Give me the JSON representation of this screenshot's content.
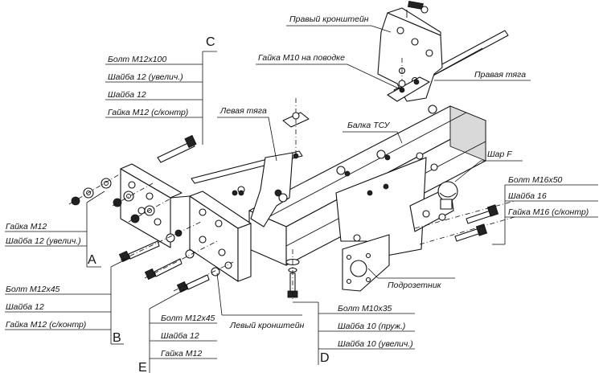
{
  "callouts": {
    "right_bracket": "Правый кронштейн",
    "nut_m10_leash": "Гайка М10 на поводке",
    "right_rod": "Правая тяга",
    "left_rod": "Левая тяга",
    "tsu_beam": "Балка ТСУ",
    "ball_f": "Шар F",
    "socket_holder": "Подрозетник",
    "left_bracket": "Левый кронштейн"
  },
  "group_a": {
    "letter": "A",
    "items": [
      "Гайка М12",
      "Шайба 12 (увелич.)"
    ]
  },
  "group_b": {
    "letter": "B",
    "items": [
      "Болт М12х45",
      "Шайба 12",
      "Гайка М12 (с/контр)"
    ]
  },
  "group_c": {
    "letter": "C",
    "items": [
      "Болт М12х100",
      "Шайба 12 (увелич.)",
      "Шайба 12",
      "Гайка М12 (с/контр)"
    ]
  },
  "group_d": {
    "letter": "D",
    "items": [
      "Болт М10х35",
      "Шайба 10 (пруж.)",
      "Шайба 10 (увелич.)"
    ]
  },
  "group_e": {
    "letter": "E",
    "items": [
      "Болт М12х45",
      "Шайба 12",
      "Гайка М12"
    ]
  },
  "group_ball": {
    "items": [
      "Болт М16х50",
      "Шайба 16",
      "Гайка М16 (с/контр)"
    ]
  }
}
